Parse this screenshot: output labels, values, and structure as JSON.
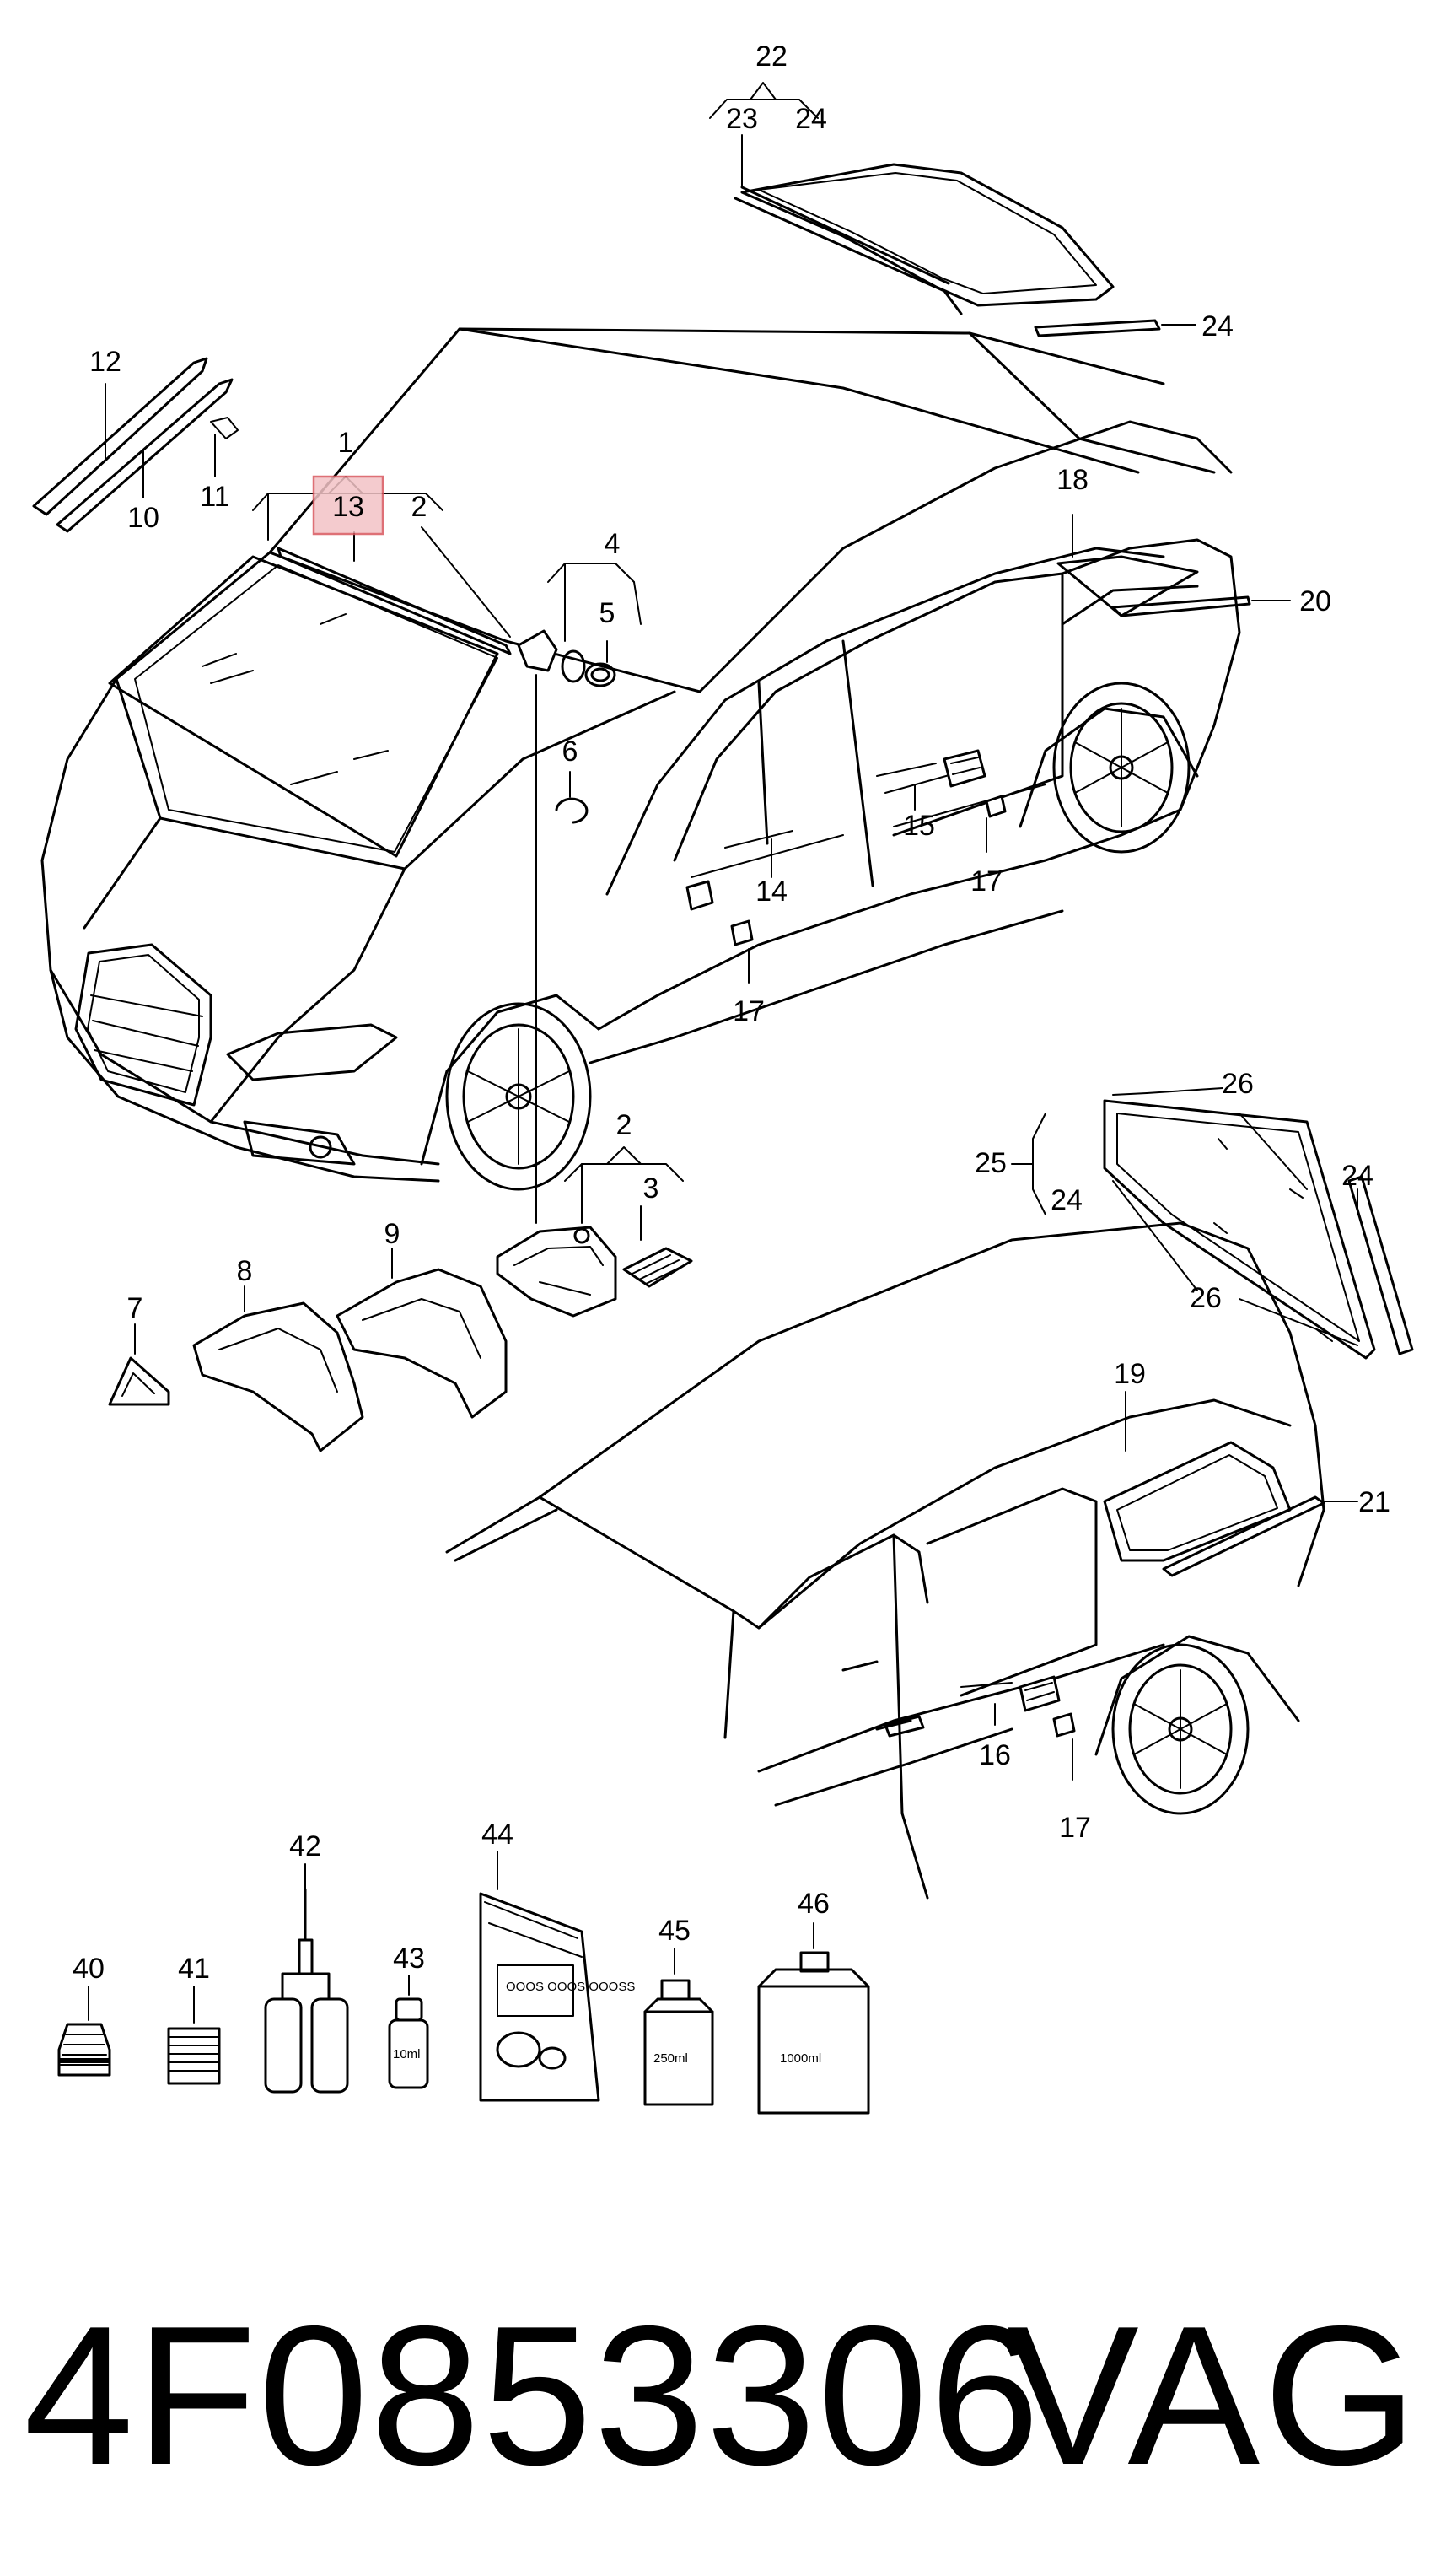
{
  "diagram": {
    "callouts": [
      "22",
      "23",
      "24",
      "24",
      "12",
      "11",
      "10",
      "1",
      "13",
      "2",
      "4",
      "5",
      "6",
      "18",
      "20",
      "15",
      "17",
      "14",
      "17",
      "2",
      "3",
      "8",
      "9",
      "7",
      "26",
      "25",
      "24",
      "24",
      "26",
      "19",
      "21",
      "16",
      "17",
      "40",
      "41",
      "42",
      "43",
      "44",
      "45",
      "46"
    ],
    "highlighted_callout": "13",
    "bottle_labels": {
      "b43": "10ml",
      "b45": "250ml",
      "b46": "1000ml"
    },
    "sachet_text": "OOOS OOOS OOOSS"
  },
  "footer": {
    "part_number": "4F0853306",
    "brand": "VAG"
  }
}
